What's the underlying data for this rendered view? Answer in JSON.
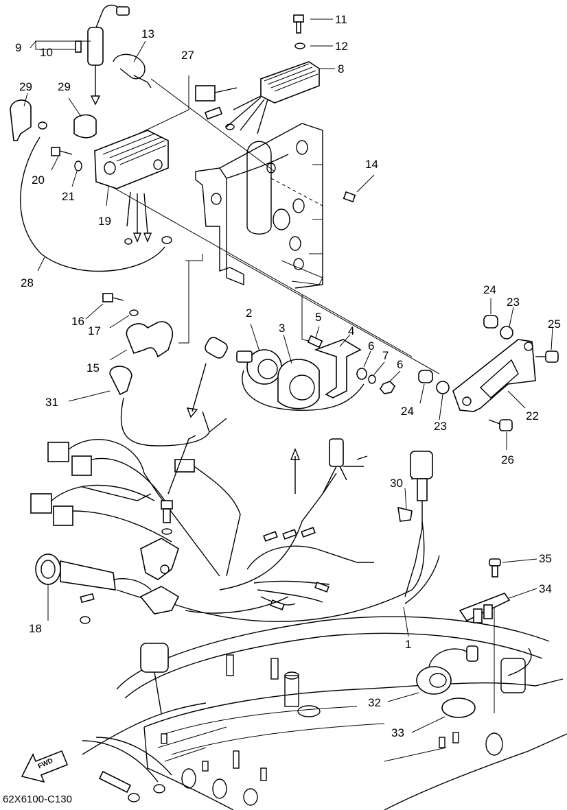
{
  "diagram": {
    "code": "62X6100-C130",
    "fwd_label": "FWD",
    "callouts": {
      "c1": "1",
      "c2": "2",
      "c3": "3",
      "c4": "4",
      "c5": "5",
      "c6a": "6",
      "c6b": "6",
      "c7": "7",
      "c8": "8",
      "c9": "9",
      "c10": "10",
      "c11": "11",
      "c12": "12",
      "c13": "13",
      "c14": "14",
      "c15": "15",
      "c16": "16",
      "c17": "17",
      "c18": "18",
      "c19": "19",
      "c20": "20",
      "c21": "21",
      "c22": "22",
      "c23a": "23",
      "c23b": "23",
      "c24a": "24",
      "c24b": "24",
      "c25": "25",
      "c26": "26",
      "c27": "27",
      "c28": "28",
      "c29a": "29",
      "c29b": "29",
      "c30": "30",
      "c31": "31",
      "c32": "32",
      "c33": "33",
      "c34": "34",
      "c35": "35"
    }
  }
}
